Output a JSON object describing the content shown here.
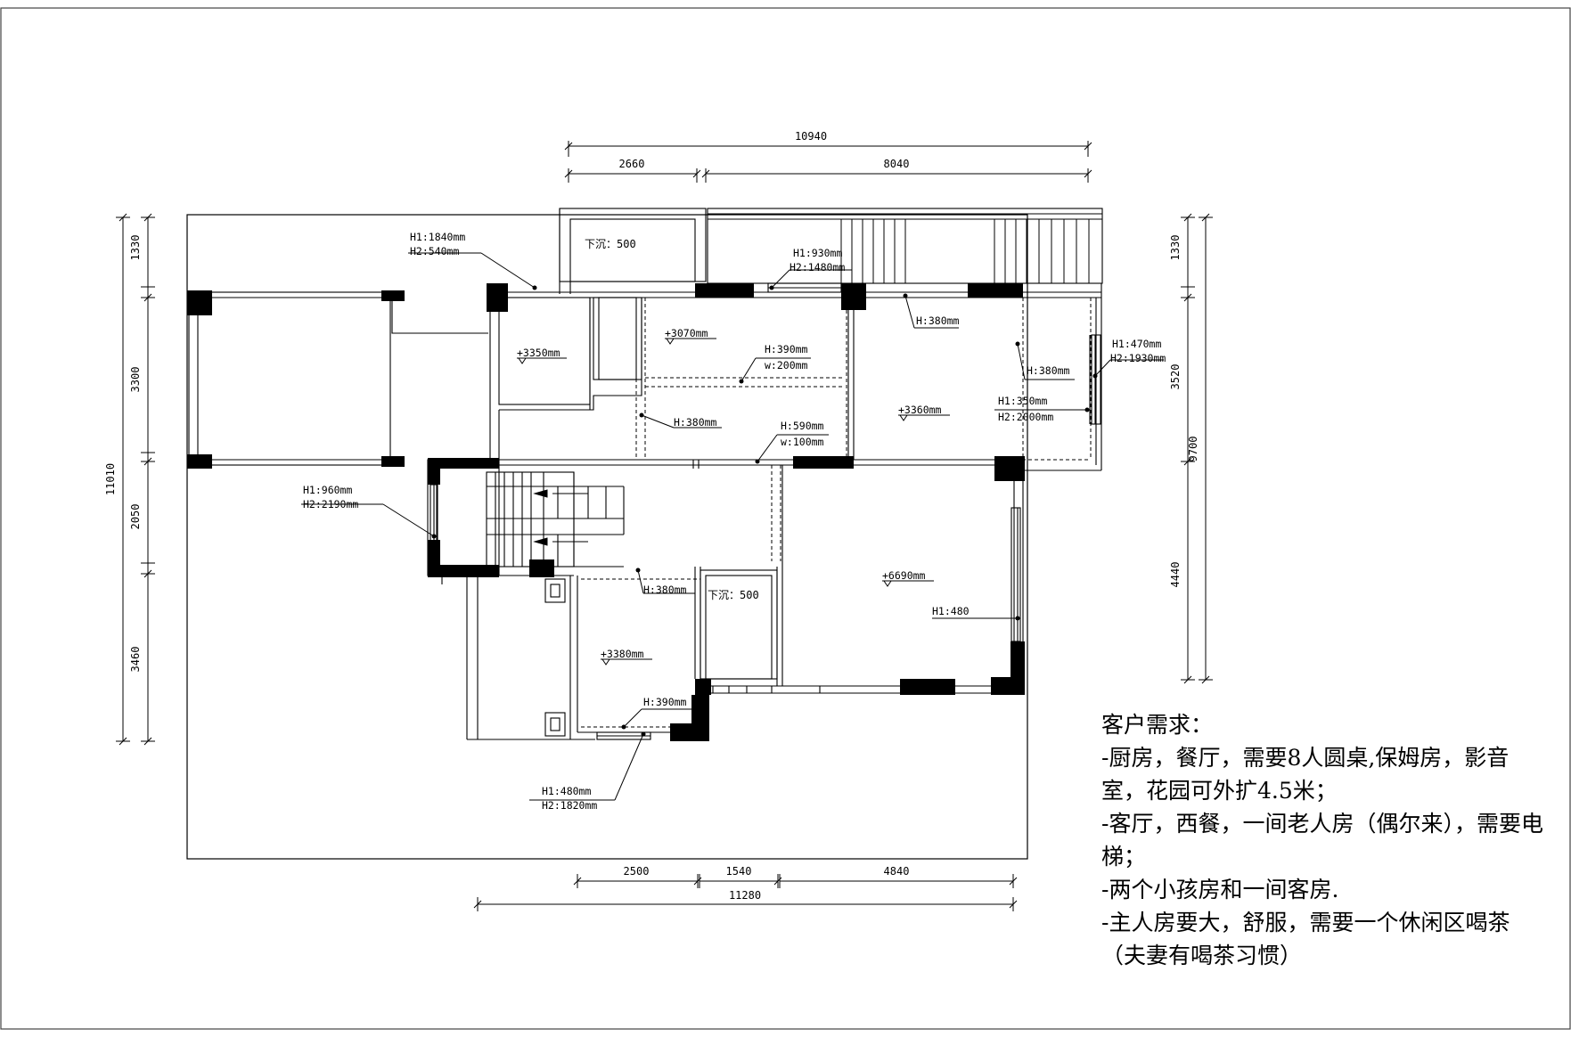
{
  "dimensions": {
    "top_total": "10940",
    "top_left": "2660",
    "top_right": "8040",
    "bottom_a": "2500",
    "bottom_b": "1540",
    "bottom_c": "4840",
    "bottom_total": "11280",
    "left_total": "11010",
    "left_a": "1330",
    "left_b": "3300",
    "left_c": "2050",
    "left_d": "3460",
    "right_a": "1330",
    "right_b": "3520",
    "right_c": "4440",
    "right_total": "9700"
  },
  "labels": {
    "sunken_top": "下沉：500",
    "sunken_bottom": "下沉：500",
    "win_tl_h1": "H1:1840mm",
    "win_tl_h2": "H2:540mm",
    "win_top_h1": "H1:930mm",
    "win_top_h2": "H2:1480mm",
    "win_right_h1": "H1:470mm",
    "win_right_h2": "H2:1930mm",
    "win_left_h1": "H1:960mm",
    "win_left_h2": "H2:2190mm",
    "win_bottom_h1": "H1:480mm",
    "win_bottom_h2": "H2:1820mm",
    "beam_380_a": "H:380mm",
    "beam_380_b": "H:380mm",
    "beam_380_c": "H:380mm",
    "beam_380_d": "H:380mm",
    "beam_390_h": "H:390mm",
    "beam_390_w": "w:200mm",
    "beam_590_h": "H:590mm",
    "beam_590_w": "w:100mm",
    "beam_390_b": "H:390mm",
    "opening_h1": "H1:350mm",
    "opening_h2": "H2:2000mm",
    "sill_h1": "H1:480",
    "level_3350": "+3350mm",
    "level_3070": "+3070mm",
    "level_3360": "+3360mm",
    "level_6690": "+6690mm",
    "level_3380": "+3380mm"
  },
  "requirements": {
    "title": "客户需求：",
    "items": [
      "-厨房，餐厅，需要8人圆桌,保姆房，影音室，花园可外扩4.5米；",
      "-客厅，西餐，一间老人房（偶尔来），需要电梯；",
      "-两个小孩房和一间客房.",
      "-主人房要大，舒服，需要一个休闲区喝茶（夫妻有喝茶习惯）"
    ]
  }
}
